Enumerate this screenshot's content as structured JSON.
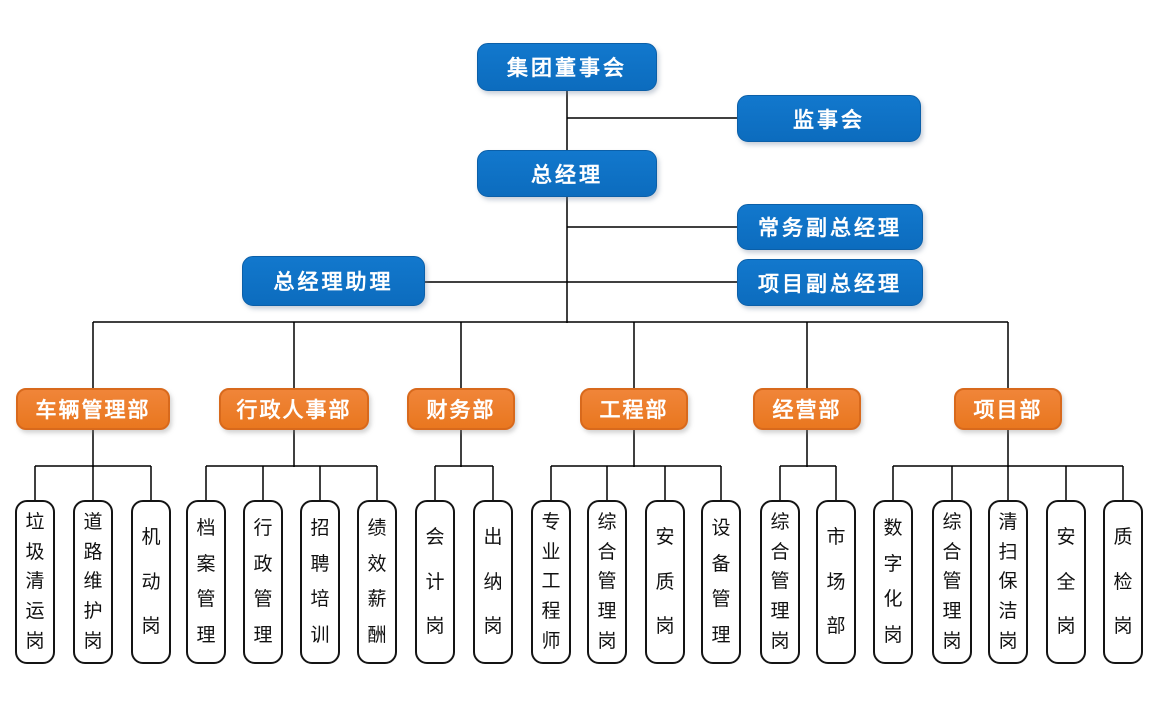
{
  "colors": {
    "executive_blue": "#0d70c4",
    "blue_border": "#0b5fa8",
    "department_orange": "#ed7d31",
    "orange_border": "#d8691c",
    "position_box_border": "#141414",
    "connector_line": "#000000",
    "background": "#ffffff"
  },
  "org": {
    "top": [
      {
        "id": "board",
        "label": "集团董事会"
      },
      {
        "id": "supervisory-board",
        "label": "监事会"
      },
      {
        "id": "general-manager",
        "label": "总经理"
      },
      {
        "id": "executive-deputy-gm",
        "label": "常务副总经理"
      },
      {
        "id": "gm-assistant",
        "label": "总经理助理"
      },
      {
        "id": "project-deputy-gm",
        "label": "项目副总经理"
      }
    ],
    "departments": [
      {
        "label": "车辆管理部",
        "positions": [
          "垃圾清运岗",
          "道路维护岗",
          "机动岗"
        ]
      },
      {
        "label": "行政人事部",
        "positions": [
          "档案管理",
          "行政管理",
          "招聘培训",
          "绩效薪酬"
        ]
      },
      {
        "label": "财务部",
        "positions": [
          "会计岗",
          "出纳岗"
        ]
      },
      {
        "label": "工程部",
        "positions": [
          "专业工程师",
          "综合管理岗",
          "安质岗",
          "设备管理"
        ]
      },
      {
        "label": "经营部",
        "positions": [
          "综合管理岗",
          "市场部"
        ]
      },
      {
        "label": "项目部",
        "positions": [
          "数字化岗",
          "综合管理岗",
          "清扫保洁岗",
          "安全岗",
          "质检岗"
        ]
      }
    ]
  }
}
